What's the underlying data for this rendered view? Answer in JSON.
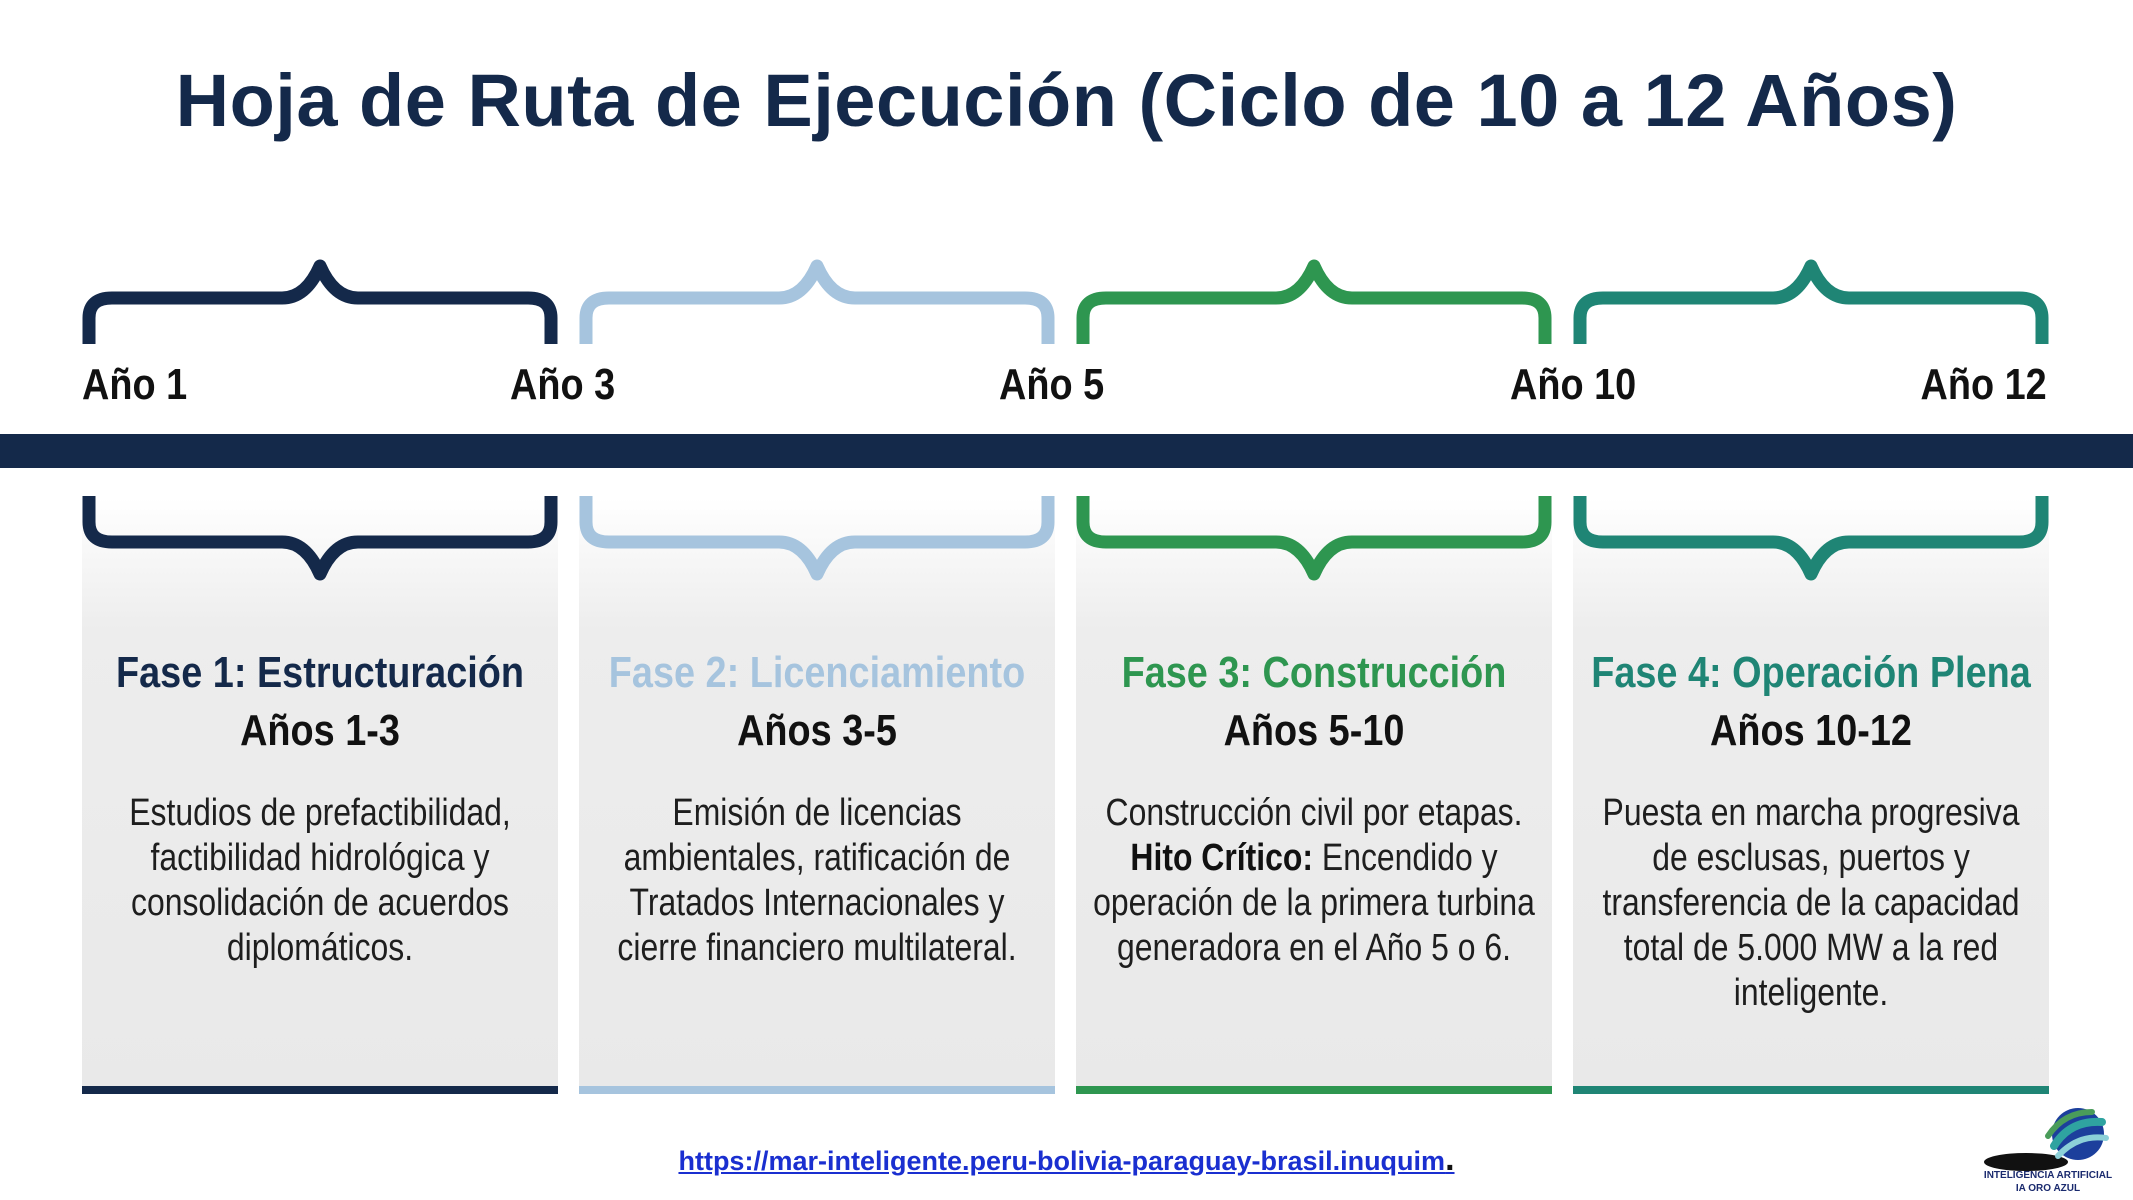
{
  "title": "Hoja de Ruta de Ejecución (Ciclo de 10 a 12 Años)",
  "timeline": {
    "markers": [
      "Año 1",
      "Año 3",
      "Año 5",
      "Año 10",
      "Año 12"
    ]
  },
  "colors": {
    "navy": "#14294a",
    "light_blue": "#a6c4de",
    "green": "#2e9650",
    "teal": "#1f8575"
  },
  "phases": [
    {
      "title": "Fase 1: Estructuración",
      "years": "Años 1-3",
      "description": "Estudios de prefactibilidad, factibilidad hidrológica y consolidación de acuerdos diplomáticos.",
      "color": "#14294a"
    },
    {
      "title": "Fase 2: Licenciamiento",
      "years": "Años 3-5",
      "description": "Emisión de licencias ambientales, ratificación de Tratados Internacionales y cierre financiero multilateral.",
      "color": "#a6c4de"
    },
    {
      "title": "Fase 3: Construcción",
      "years": "Años 5-10",
      "description_before": "Construcción civil por etapas.",
      "description_bold": "Hito Crítico:",
      "description_after": "Encendido y operación de la primera turbina generadora en el Año 5 o 6.",
      "color": "#2e9650"
    },
    {
      "title": "Fase 4: Operación Plena",
      "years": "Años 10-12",
      "description": "Puesta en marcha progresiva de esclusas, puertos y transferencia de la capacidad total de 5.000 MW a la red inteligente.",
      "color": "#1f8575"
    }
  ],
  "footer": {
    "url": "https://mar-inteligente.peru-bolivia-paraguay-brasil.inuquim",
    "url_suffix": ".",
    "logo_line1": "INTELIGENCIA ARTIFICIAL",
    "logo_line2": "IA ORO AZUL"
  }
}
